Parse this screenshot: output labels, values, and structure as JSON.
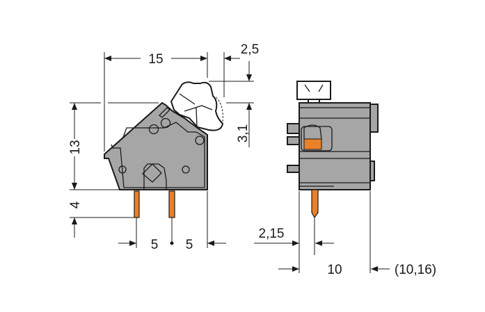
{
  "dimensions": {
    "width_15": "15",
    "offset_2_5": "2,5",
    "height_13": "13",
    "lever_3_1": "3,1",
    "pin_4": "4",
    "pitch_left_5": "5",
    "pitch_right_5": "5",
    "offset_2_15": "2,15",
    "depth_10": "10",
    "depth_alt": "(10,16)"
  },
  "colors": {
    "body": "#a6a6a6",
    "pin": "#e8812a",
    "line": "#1a1a1a"
  }
}
